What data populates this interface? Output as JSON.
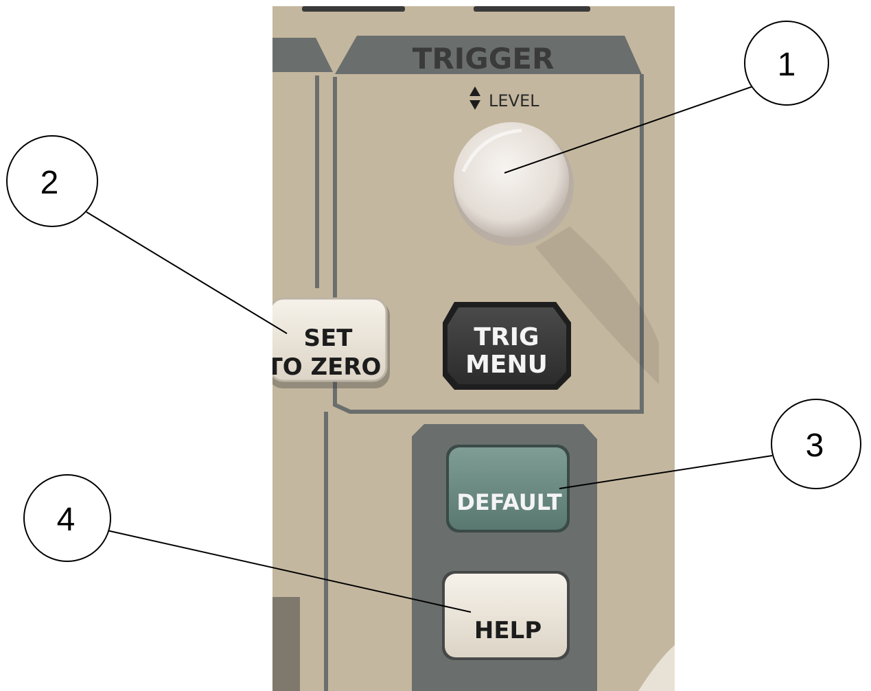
{
  "panel": {
    "section_title": "TRIGGER",
    "knob_label": "LEVEL",
    "buttons": {
      "set_to_zero": [
        "SET",
        "TO ZERO"
      ],
      "trig_menu": [
        "TRIG",
        "MENU"
      ],
      "default": "DEFAULT",
      "help": "HELP"
    }
  },
  "callouts": [
    "1",
    "2",
    "3",
    "4"
  ],
  "colors": {
    "panel_beige": "#cdbfa6",
    "panel_gray": "#6a6e6d",
    "default_button": "#6c8c84",
    "trig_button": "#3c3c3c",
    "light_button": "#ede7db"
  },
  "icons": {
    "level_arrows": "up-down-triangle-icon"
  }
}
